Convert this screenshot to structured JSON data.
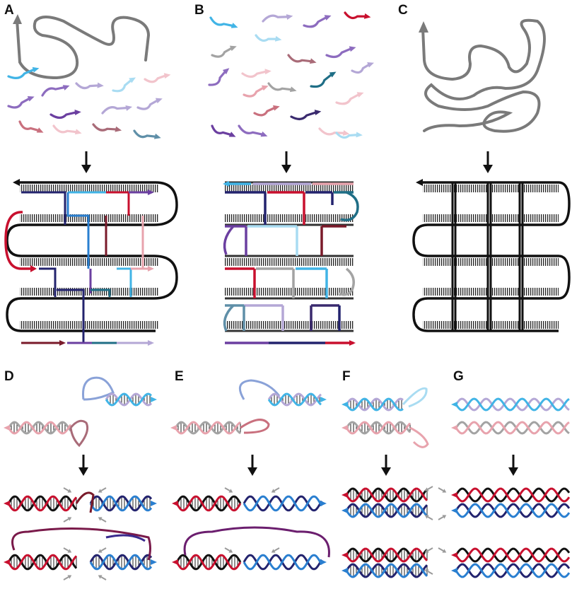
{
  "panel_labels": [
    "A",
    "B",
    "C",
    "D",
    "E",
    "F",
    "G"
  ],
  "colors": {
    "scaffold_black": "#111111",
    "scaffold_gray": "#7a7a7a",
    "red": "#c8102e",
    "pink": "#e8a3ad",
    "light_pink": "#f2c4cc",
    "rose": "#c9707e",
    "mauve": "#a96b78",
    "dark_red": "#7a1a2a",
    "purple": "#6b3fa0",
    "lavender": "#b4a7d6",
    "violet": "#8d6cbf",
    "dark_purple": "#3a2a6e",
    "navy": "#23236e",
    "blue": "#2a7fd0",
    "sky": "#41b4e6",
    "light_sky": "#a9dcf2",
    "teal": "#1f6e86",
    "steel": "#5f8fa8",
    "gray": "#a3a3a3",
    "arrow": "#111111",
    "gray_arrow": "#9a9a9a"
  },
  "icons": [
    "down-arrow-icon",
    "compression-arrow-icon"
  ]
}
